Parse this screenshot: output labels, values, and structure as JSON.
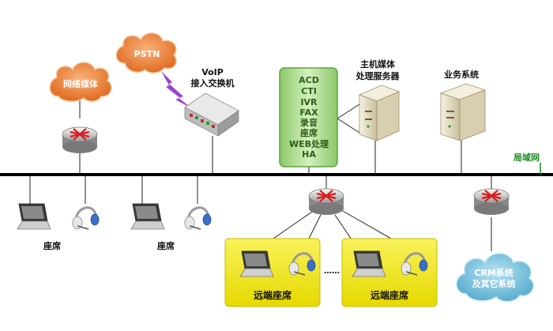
{
  "clouds": {
    "pstn": "PSTN",
    "media": "网络媒体",
    "crm_line1": "CRM系统",
    "crm_line2": "及其它系统"
  },
  "voip": {
    "line1": "VoIP",
    "line2": "接入交换机"
  },
  "services": [
    "ACD",
    "CTI",
    "IVR",
    "FAX",
    "录音",
    "座席",
    "WEB处理",
    "HA"
  ],
  "media_server": {
    "line1": "主机媒体",
    "line2": "处理服务器"
  },
  "business": {
    "label": "业务系统"
  },
  "lan": {
    "label": "局域网"
  },
  "seats": [
    "座席",
    "座席"
  ],
  "remote_seats": [
    "远端座席",
    "远端座席"
  ],
  "ellipsis": "……",
  "colors": {
    "cloud_orange": "#e8792e",
    "cloud_blue": "#6ab7d6",
    "service_green": "#a6d982",
    "remote_yellow": "#f3ec10",
    "lan_label": "#1e8a1e"
  },
  "icons": [
    "router-icon",
    "laptop-icon",
    "headset-icon",
    "server-icon",
    "switch-icon",
    "lightning-icon"
  ]
}
